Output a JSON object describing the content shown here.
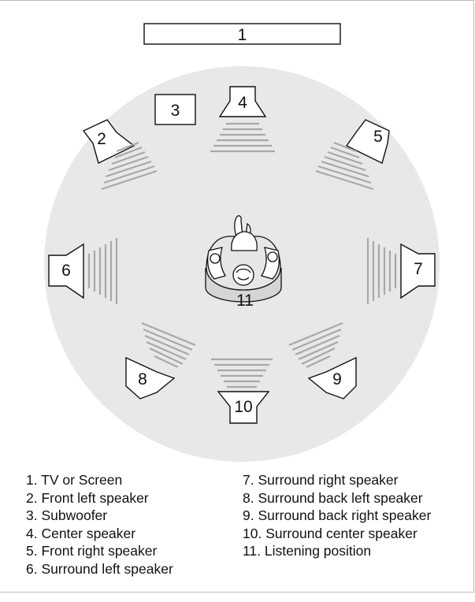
{
  "labels": {
    "n1": "1",
    "n2": "2",
    "n3": "3",
    "n4": "4",
    "n5": "5",
    "n6": "6",
    "n7": "7",
    "n8": "8",
    "n9": "9",
    "n10": "10",
    "n11": "11"
  },
  "legend": {
    "left": [
      "1. TV or Screen",
      "2. Front left speaker",
      "3. Subwoofer",
      "4. Center speaker",
      "5. Front right speaker",
      "6. Surround left speaker"
    ],
    "right": [
      "7. Surround right speaker",
      "8. Surround back left speaker",
      "9. Surround back right speaker",
      "10. Surround center speaker",
      "11. Listening position"
    ]
  },
  "colors": {
    "room_fill": "#e8e8e8",
    "sound_lines": "#a8a8a8",
    "outline": "#111111"
  }
}
